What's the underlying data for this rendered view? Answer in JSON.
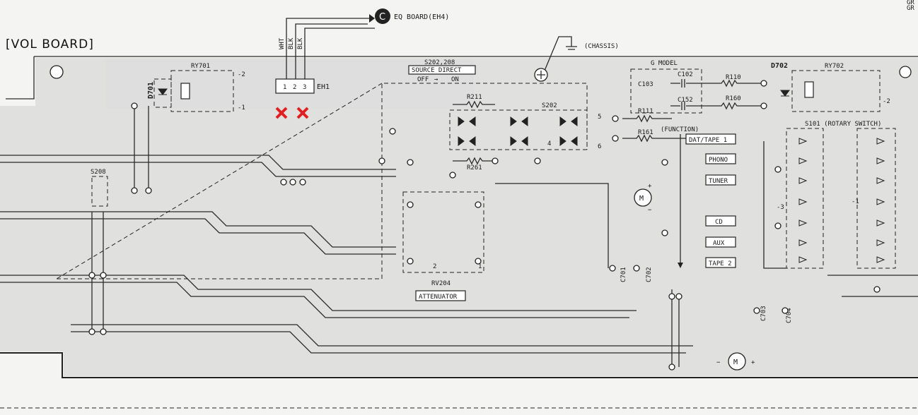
{
  "title": "[VOL BOARD]",
  "eq_board_label": "EQ BOARD(EH4)",
  "eq_connector_letter": "C",
  "wire_colors": [
    "WHT",
    "BLK",
    "BLK"
  ],
  "connector_eh1": "EH1",
  "chassis_label": "(CHASSIS)",
  "source_direct": {
    "part": "S202,208",
    "label": "SOURCE DIRECT",
    "off": "OFF",
    "arrow": "→",
    "on": "ON"
  },
  "g_model": "G MODEL",
  "function_label": "(FUNCTION)",
  "rotary_switch_label": "S101 (ROTARY SWITCH)",
  "attenuator_label": "ATTENUATOR",
  "attenuator_part": "RV204",
  "input_labels": [
    "DAT/TAPE 1",
    "PHONO",
    "TUNER",
    "CD",
    "AUX",
    "TAPE 2"
  ],
  "components": {
    "d701": "D701",
    "ry701": "RY701",
    "d702": "D702",
    "ry702": "RY702",
    "s208": "S208",
    "s202": "S202",
    "r211": "R211",
    "r261": "R261",
    "r111": "R111",
    "r161": "R161",
    "r110": "R110",
    "r160": "R160",
    "c102": "C102",
    "c103": "C103",
    "c152": "C152",
    "c701": "C701",
    "c702": "C702",
    "c703": "C703",
    "c704": "C704"
  },
  "pin_labels": {
    "ry701_pin2": "-2",
    "ry701_pin1": "-1",
    "ry702_pin2": "-2",
    "s202_pin5": "5",
    "s202_pin6": "6",
    "s202_pin4": "4",
    "s101_pin3": "-3",
    "s101_pin1": "-1",
    "rv204_pin2": "2",
    "rv204_pin1": "1",
    "eh1_pins": [
      "1",
      "2",
      "3"
    ],
    "motor_plus": "+",
    "motor_minus": "−",
    "motor": "M"
  },
  "corner_text": [
    "GR",
    "GR"
  ],
  "marker_color": "#e02020"
}
